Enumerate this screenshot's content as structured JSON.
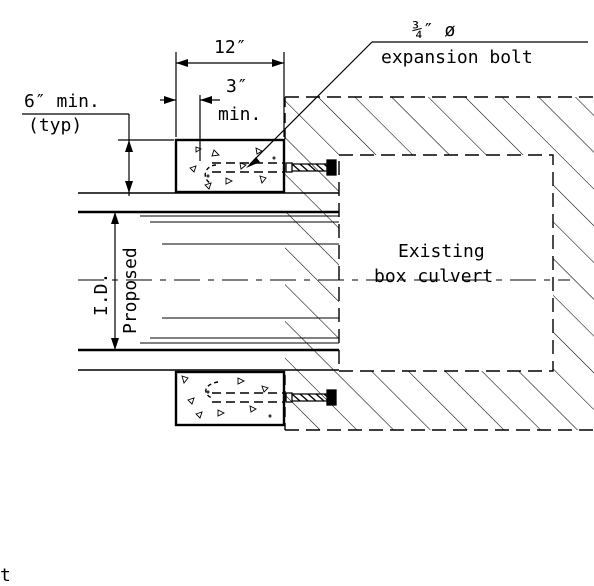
{
  "labels": {
    "dim_12": "12″",
    "dim_3": "3″",
    "dim_3_min": "min.",
    "bolt_size": "¾″ ø",
    "bolt_name": "expansion bolt",
    "min6_a": "6″ min.",
    "min6_b": "(typ)",
    "existing_a": "Existing",
    "existing_b": "box culvert",
    "id": "I.D.",
    "proposed": "Proposed",
    "stray": "t"
  },
  "colors": {
    "line": "#000000",
    "background": "#ffffff"
  }
}
